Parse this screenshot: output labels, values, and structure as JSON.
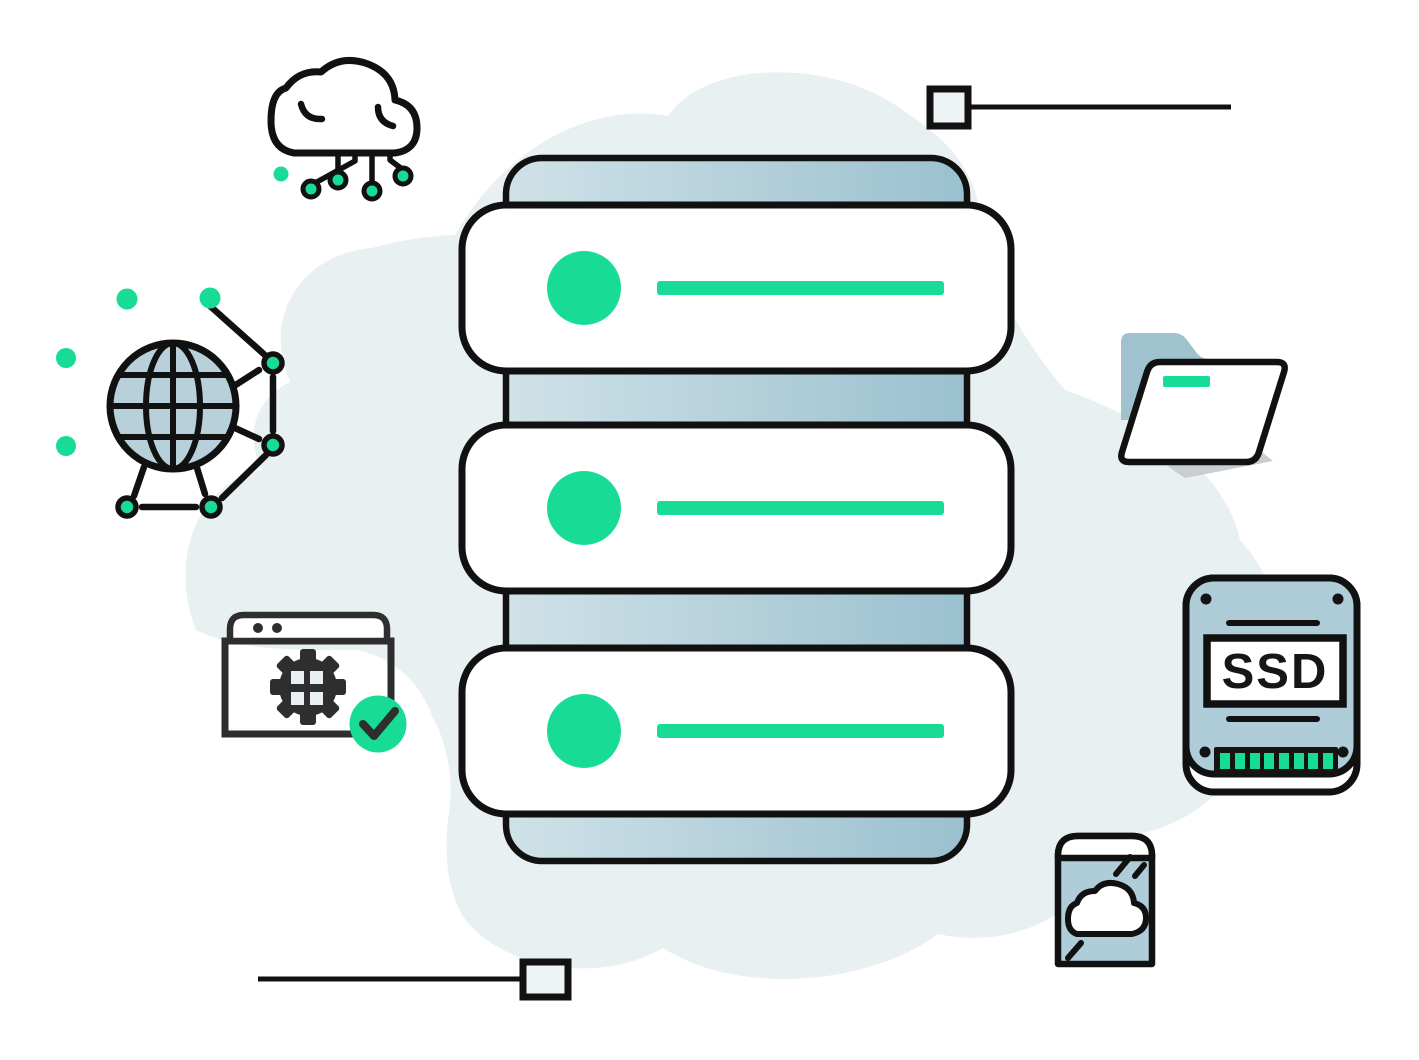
{
  "colors": {
    "page_bg": "#FFFFFF",
    "blob": "#E9F0F2",
    "accent_green": "#18DC96",
    "server_blue_light": "#D0E2E8",
    "server_blue_dark": "#9AC0CF",
    "panel_blue": "#AECDD9",
    "globe_blue": "#B7D0DA",
    "folder_back_blue": "#9FC2CE",
    "outline": "#111111",
    "outline_soft": "#2E2E2E",
    "shadow_gray": "#C8CDD1",
    "square_fill": "#EEF4F6"
  },
  "ssd_drive": {
    "label": "SSD"
  },
  "server_stack": {
    "row_count": 3
  },
  "icons": [
    "cloud-computing-icon",
    "global-network-icon",
    "server-stack",
    "server-status-light",
    "server-data-bar",
    "settings-browser-icon",
    "gear-icon",
    "check-badge-icon",
    "folder-icon",
    "ssd-icon",
    "cloud-storage-box-icon",
    "connector-square-icon"
  ]
}
